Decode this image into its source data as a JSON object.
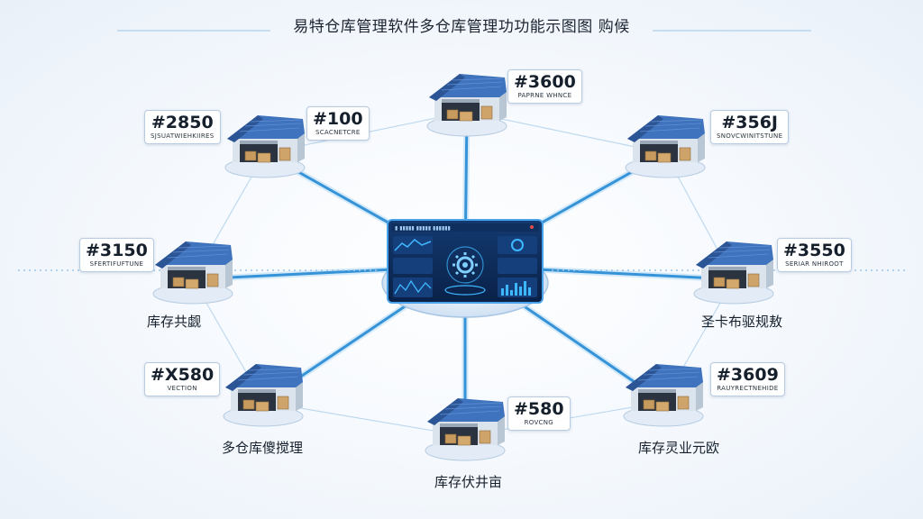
{
  "title": "易特仓库管理软件多仓库管理功功能示图图  购候",
  "colors": {
    "link": "#2e8fd6",
    "link_glow": "#8cc8f2",
    "roof": "#3f73bd",
    "roof_dark": "#2c5596",
    "panel": "#0d2a55",
    "accent": "#36a9ff"
  },
  "hub": {
    "icon": "gear-icon",
    "header_text": "▮ ▮▮▮▮▮  ▮▮▮▮▮ ▮▮▮▮▮▮"
  },
  "warehouses": [
    {
      "id": "top",
      "card_number": "#3600",
      "card_caption": "PAPRNE WHNCE",
      "label": ""
    },
    {
      "id": "upper-left",
      "card_number": "#2850",
      "card_caption": "SJSUATWIEHKIIRES",
      "label": ""
    },
    {
      "id": "upper-left-inner",
      "card_number": "#100",
      "card_caption": "SCACNETCRE",
      "label": ""
    },
    {
      "id": "upper-right",
      "card_number": "#356J",
      "card_caption": "SNOVCWINITSTUNE",
      "label": ""
    },
    {
      "id": "left",
      "card_number": "#3150",
      "card_caption": "SFERTIFUFTUNE",
      "label": "库存共觑"
    },
    {
      "id": "right",
      "card_number": "#3550",
      "card_caption": "SERIAR NHIROOT",
      "label": "圣卡布驱规敖"
    },
    {
      "id": "lower-left",
      "card_number": "#X580",
      "card_caption": "VECTION",
      "label": "多仓库傻搅理"
    },
    {
      "id": "bottom",
      "card_number": "#580",
      "card_caption": "ROVCNG",
      "label": "库存伏井亩"
    },
    {
      "id": "lower-right",
      "card_number": "#3609",
      "card_caption": "RAUYRECTNEHIDE",
      "label": "库存灵业元欧"
    }
  ]
}
